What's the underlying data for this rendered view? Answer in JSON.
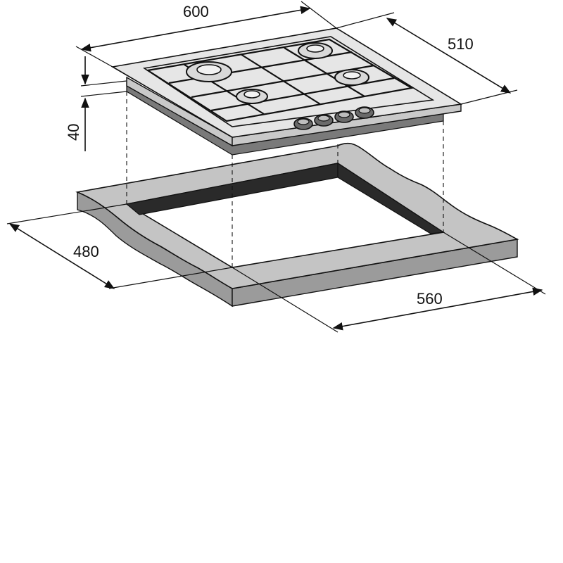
{
  "dimensions": {
    "hob_width": "600",
    "hob_depth": "510",
    "hob_height": "40",
    "cutout_depth": "480",
    "cutout_width": "560"
  },
  "colors": {
    "line": "#111111",
    "surface_light": "#e6e6e6",
    "surface_mid": "#c4c4c4",
    "surface_dark": "#2a2a2a"
  }
}
